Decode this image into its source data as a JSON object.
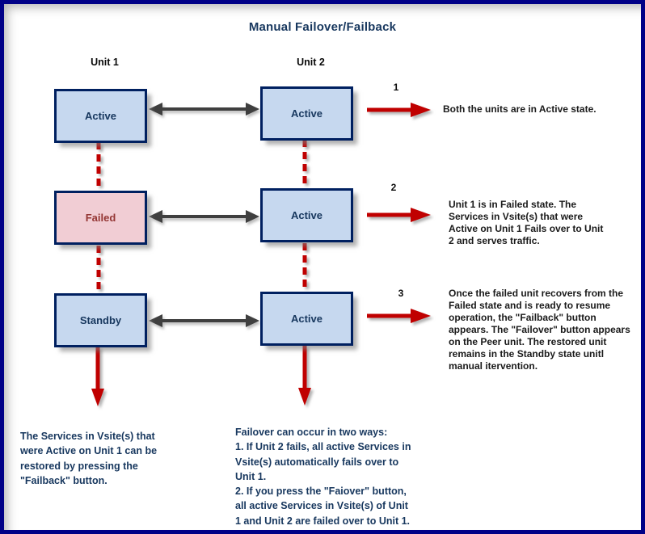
{
  "title": "Manual Failover/Failback",
  "columns": {
    "unit1_header": "Unit 1",
    "unit2_header": "Unit 2"
  },
  "rows": [
    {
      "step": "1",
      "unit1_state": "Active",
      "unit2_state": "Active",
      "note": "Both the units are in Active state."
    },
    {
      "step": "2",
      "unit1_state": "Failed",
      "unit2_state": "Active",
      "note": "Unit 1 is in Failed state. The\nServices in Vsite(s) that were\nActive on Unit 1 Fails over to Unit\n2 and serves traffic."
    },
    {
      "step": "3",
      "unit1_state": "Standby",
      "unit2_state": "Active",
      "note": "Once the failed unit recovers from the\nFailed state and is ready to resume\noperation, the \"Failback\" button\nappears. The \"Failover\" button appears\non the Peer unit. The restored unit\nremains in the Standby state unitl\nmanual itervention."
    }
  ],
  "footnotes": {
    "unit1": "The Services in Vsite(s) that\nwere Active on Unit 1 can be\nrestored by pressing the\n\"Failback\" button.",
    "unit2": "Failover can occur in two ways:\n1. If Unit 2 fails, all active Services in\nVsite(s) automatically fails over to\nUnit 1.\n2. If you press the \"Faiover\" button,\nall active Services in Vsite(s) of Unit\n1 and Unit 2 are failed over to Unit 1."
  },
  "colors": {
    "frame_border": "#000087",
    "box_border": "#002060",
    "box_fill_blue": "#c6d8ef",
    "box_fill_pink": "#f1cdd4",
    "state_text_navy": "#17375e",
    "failed_text_red": "#943634",
    "arrow_red": "#c00000",
    "arrow_black": "#3f3f3f",
    "note_text": "#1a1a1a"
  }
}
